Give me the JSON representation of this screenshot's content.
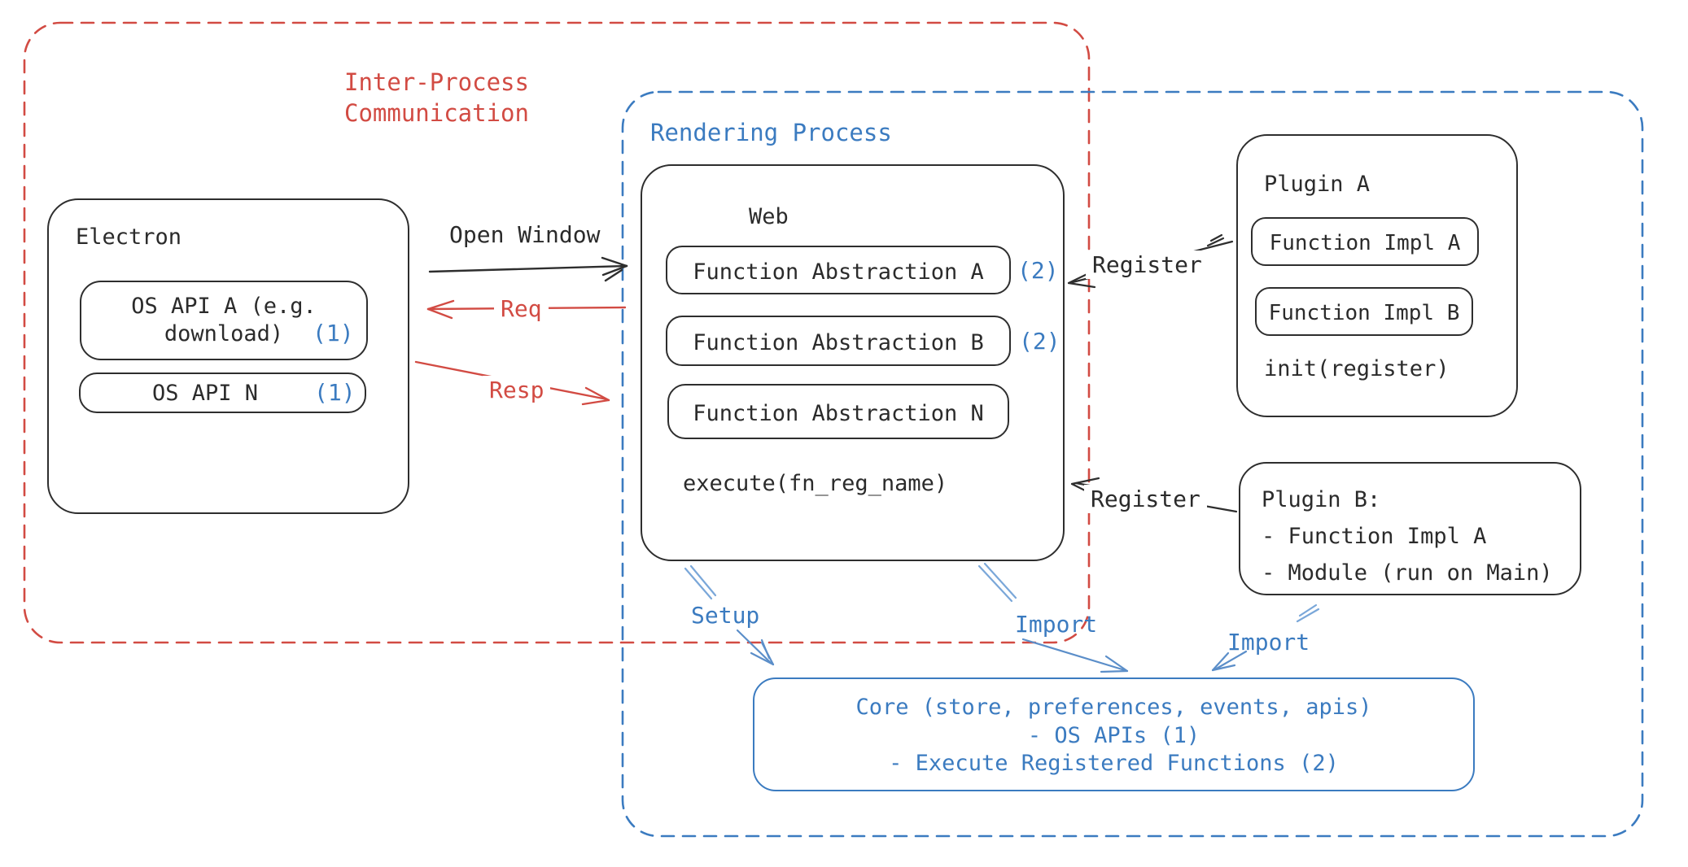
{
  "colors": {
    "accent_red": "#d24b43",
    "accent_blue": "#3b7bc0",
    "stroke_ink": "#2e2e2e",
    "arrow_blue_light": "#7aa7d9",
    "background": "#ffffff"
  },
  "regions": {
    "ipc_label": "Inter-Process\nCommunication",
    "rendering_process_label": "Rendering Process"
  },
  "electron": {
    "title": "Electron",
    "os_api_a_line1": "OS API A (e.g.",
    "os_api_a_line2": "download)",
    "os_api_a_badge": "(1)",
    "os_api_n": "OS API N",
    "os_api_n_badge": "(1)"
  },
  "web": {
    "title": "Web",
    "fn_abstraction_a": "Function Abstraction A",
    "fn_abstraction_a_badge": "(2)",
    "fn_abstraction_b": "Function Abstraction B",
    "fn_abstraction_b_badge": "(2)",
    "fn_abstraction_n": "Function Abstraction N",
    "execute_label": "execute(fn_reg_name)"
  },
  "plugin_a": {
    "title": "Plugin A",
    "fn_impl_a": "Function Impl A",
    "fn_impl_b": "Function Impl B",
    "init_label": "init(register)"
  },
  "plugin_b": {
    "line1": "Plugin B:",
    "line2": "- Function Impl A",
    "line3": "- Module (run on Main)"
  },
  "core": {
    "line1": "Core (store, preferences, events, apis)",
    "line2": "- OS APIs (1)",
    "line3": "- Execute Registered Functions (2)"
  },
  "arrows": {
    "open_window": "Open Window",
    "req": "Req",
    "resp": "Resp",
    "register_plugin_a": "Register",
    "register_plugin_b": "Register",
    "setup": "Setup",
    "import_web": "Import",
    "import_plugin_b": "Import"
  }
}
